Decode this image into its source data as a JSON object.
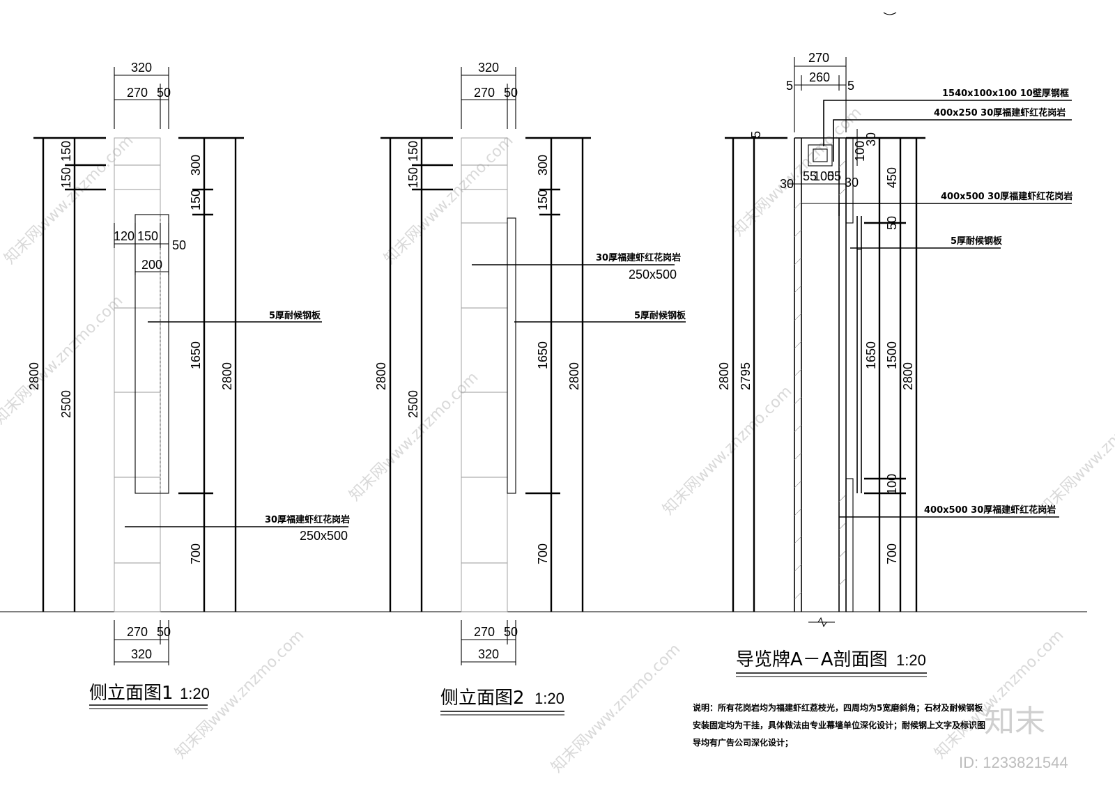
{
  "views": {
    "v1": {
      "title": "侧立面图1",
      "scale": "1:20",
      "top_dims": [
        "320",
        "270",
        "50"
      ],
      "bottom_dims": [
        "270",
        "50",
        "320"
      ],
      "left_dims": [
        "2800",
        "2500",
        "150",
        "150"
      ],
      "right_dims": [
        "300",
        "150",
        "1650",
        "700",
        "2800"
      ],
      "panel_dims": [
        "120",
        "150",
        "50",
        "200"
      ],
      "callout_plate": "5厚耐候钢板",
      "callout_stone": "30厚福建虾红花岗岩",
      "callout_stone_size": "250x500"
    },
    "v2": {
      "title": "侧立面图2",
      "scale": "1:20",
      "top_dims": [
        "320",
        "270",
        "50"
      ],
      "bottom_dims": [
        "270",
        "50",
        "320"
      ],
      "left_dims": [
        "2800",
        "2500",
        "150",
        "150"
      ],
      "right_dims": [
        "300",
        "150",
        "1650",
        "700",
        "2800"
      ],
      "callout_stone": "30厚福建虾红花岗岩",
      "callout_stone_size": "250x500",
      "callout_plate": "5厚耐候钢板"
    },
    "v3": {
      "title": "导览牌A－A剖面图",
      "scale": "1:20",
      "top_dims": [
        "270",
        "260",
        "5",
        "5"
      ],
      "left_dims": [
        "2800",
        "2795",
        "5"
      ],
      "row_dims": [
        "30",
        "55",
        "100",
        "55",
        "30"
      ],
      "right_dims": [
        "30",
        "100",
        "450",
        "50",
        "1650",
        "1500",
        "100",
        "700",
        "2800"
      ],
      "callout_1": "1540x100x100 10壁厚钢框",
      "callout_2": "400x250 30厚福建虾红花岗岩",
      "callout_3": "400x500 30厚福建虾红花岗岩",
      "callout_4": "5厚耐候钢板",
      "callout_5": "400x500 30厚福建虾红花岗岩"
    }
  },
  "explanation": {
    "line1": "说明：所有花岗岩均为福建虾红荔枝光，四周均为5宽磨斜角；石材及耐候钢板",
    "line2": "安装固定均为干挂，具体做法由专业幕墙单位深化设计；耐候钢上文字及标识图",
    "line3": "导均有广告公司深化设计；"
  },
  "watermark": {
    "text": "知末网www.znzmo.com",
    "logo": "知末",
    "id": "ID: 1233821544"
  }
}
